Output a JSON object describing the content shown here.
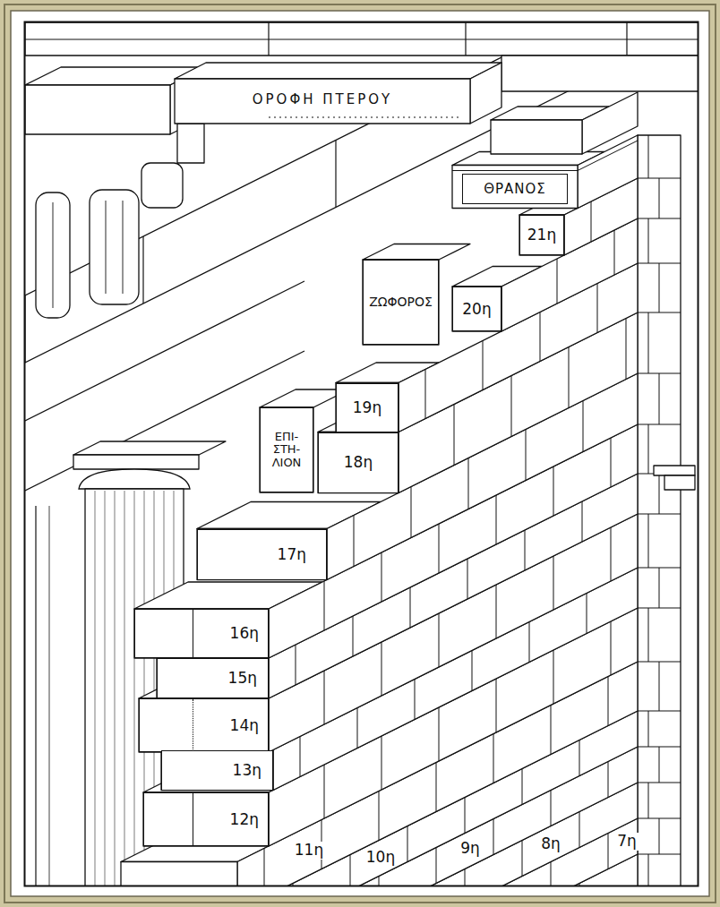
{
  "diagram": {
    "nodes": [
      {
        "text": [
          "ΘΡΑΝΟΣ"
        ]
      },
      {
        "text": [
          "21η"
        ]
      },
      {
        "text": [
          "ΖΩΦΟΡΟΣ"
        ]
      },
      {
        "text": [
          "20η"
        ]
      },
      {
        "text": [
          "19η"
        ]
      },
      {
        "text": [
          "ΕΠΙ- ΣΤΗ- ΛΙΟΝ"
        ]
      },
      {
        "text": [
          "18η"
        ]
      },
      {
        "text": [
          "17η"
        ]
      },
      {
        "text": [
          "16η"
        ]
      },
      {
        "text": [
          "15η"
        ]
      },
      {
        "text": [
          "14η"
        ]
      },
      {
        "text": [
          "13η"
        ]
      },
      {
        "text": [
          "12η"
        ]
      }
    ],
    "labels": [
      "ΟΡΟΦΗ ΠΤΕΡΟΥ",
      "11η",
      "10η",
      "9η",
      "8η",
      "7η"
    ]
  }
}
